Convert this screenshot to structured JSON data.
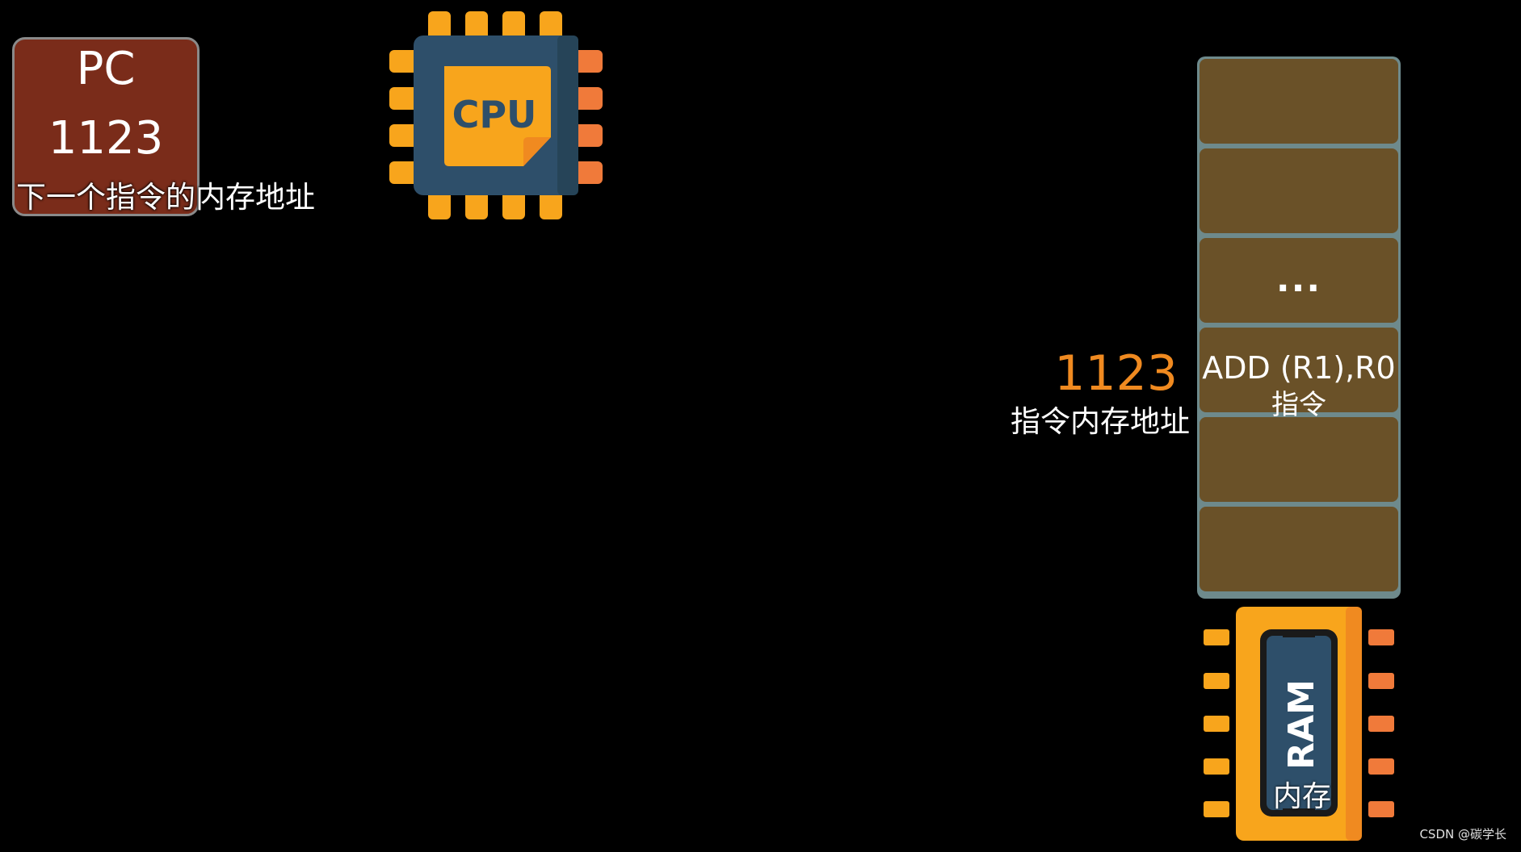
{
  "pc": {
    "label": "PC",
    "value": "1123",
    "description": "下一个指令的内存地址"
  },
  "cpu": {
    "label": "CPU"
  },
  "memory": {
    "cells": [
      {
        "text": ""
      },
      {
        "text": ""
      },
      {
        "text": "..."
      },
      {
        "text": "ADD (R1),R0",
        "sublabel": "指令"
      },
      {
        "text": ""
      },
      {
        "text": ""
      }
    ],
    "address_value": "1123",
    "address_label": "指令内存地址"
  },
  "ram": {
    "label": "RAM",
    "caption": "内存"
  },
  "watermark": "CSDN @碳学长",
  "colors": {
    "background": "#000000",
    "pc_box": "#7a2c1a",
    "memory_cell": "#6a5128",
    "memory_border": "#6e8a8c",
    "address_highlight": "#f08a20",
    "chip_orange": "#f8a51c",
    "chip_pin": "#f08a20",
    "chip_blue": "#2e4f6a"
  }
}
